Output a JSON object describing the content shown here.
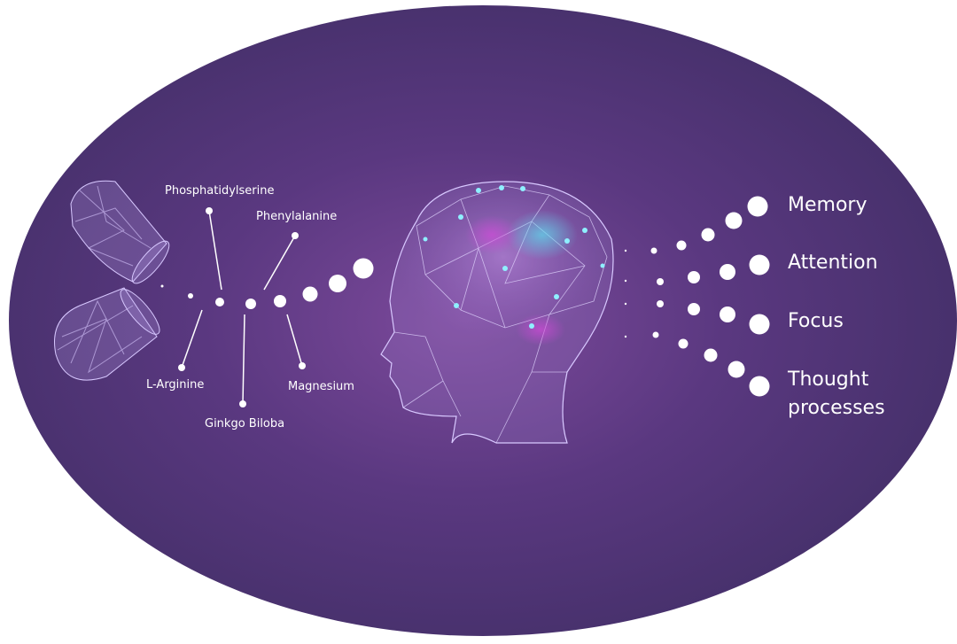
{
  "ingredients": [
    "Phosphatidylserine",
    "Phenylalanine",
    "L-Arginine",
    "Ginkgo Biloba",
    "Magnesium"
  ],
  "outcomes": [
    "Memory",
    "Attention",
    "Focus",
    "Thought",
    "processes"
  ],
  "colors": {
    "background": "#4a2f6b",
    "glow": "#7a4a9a",
    "accent": "#5ce0f0",
    "white": "#ffffff"
  }
}
